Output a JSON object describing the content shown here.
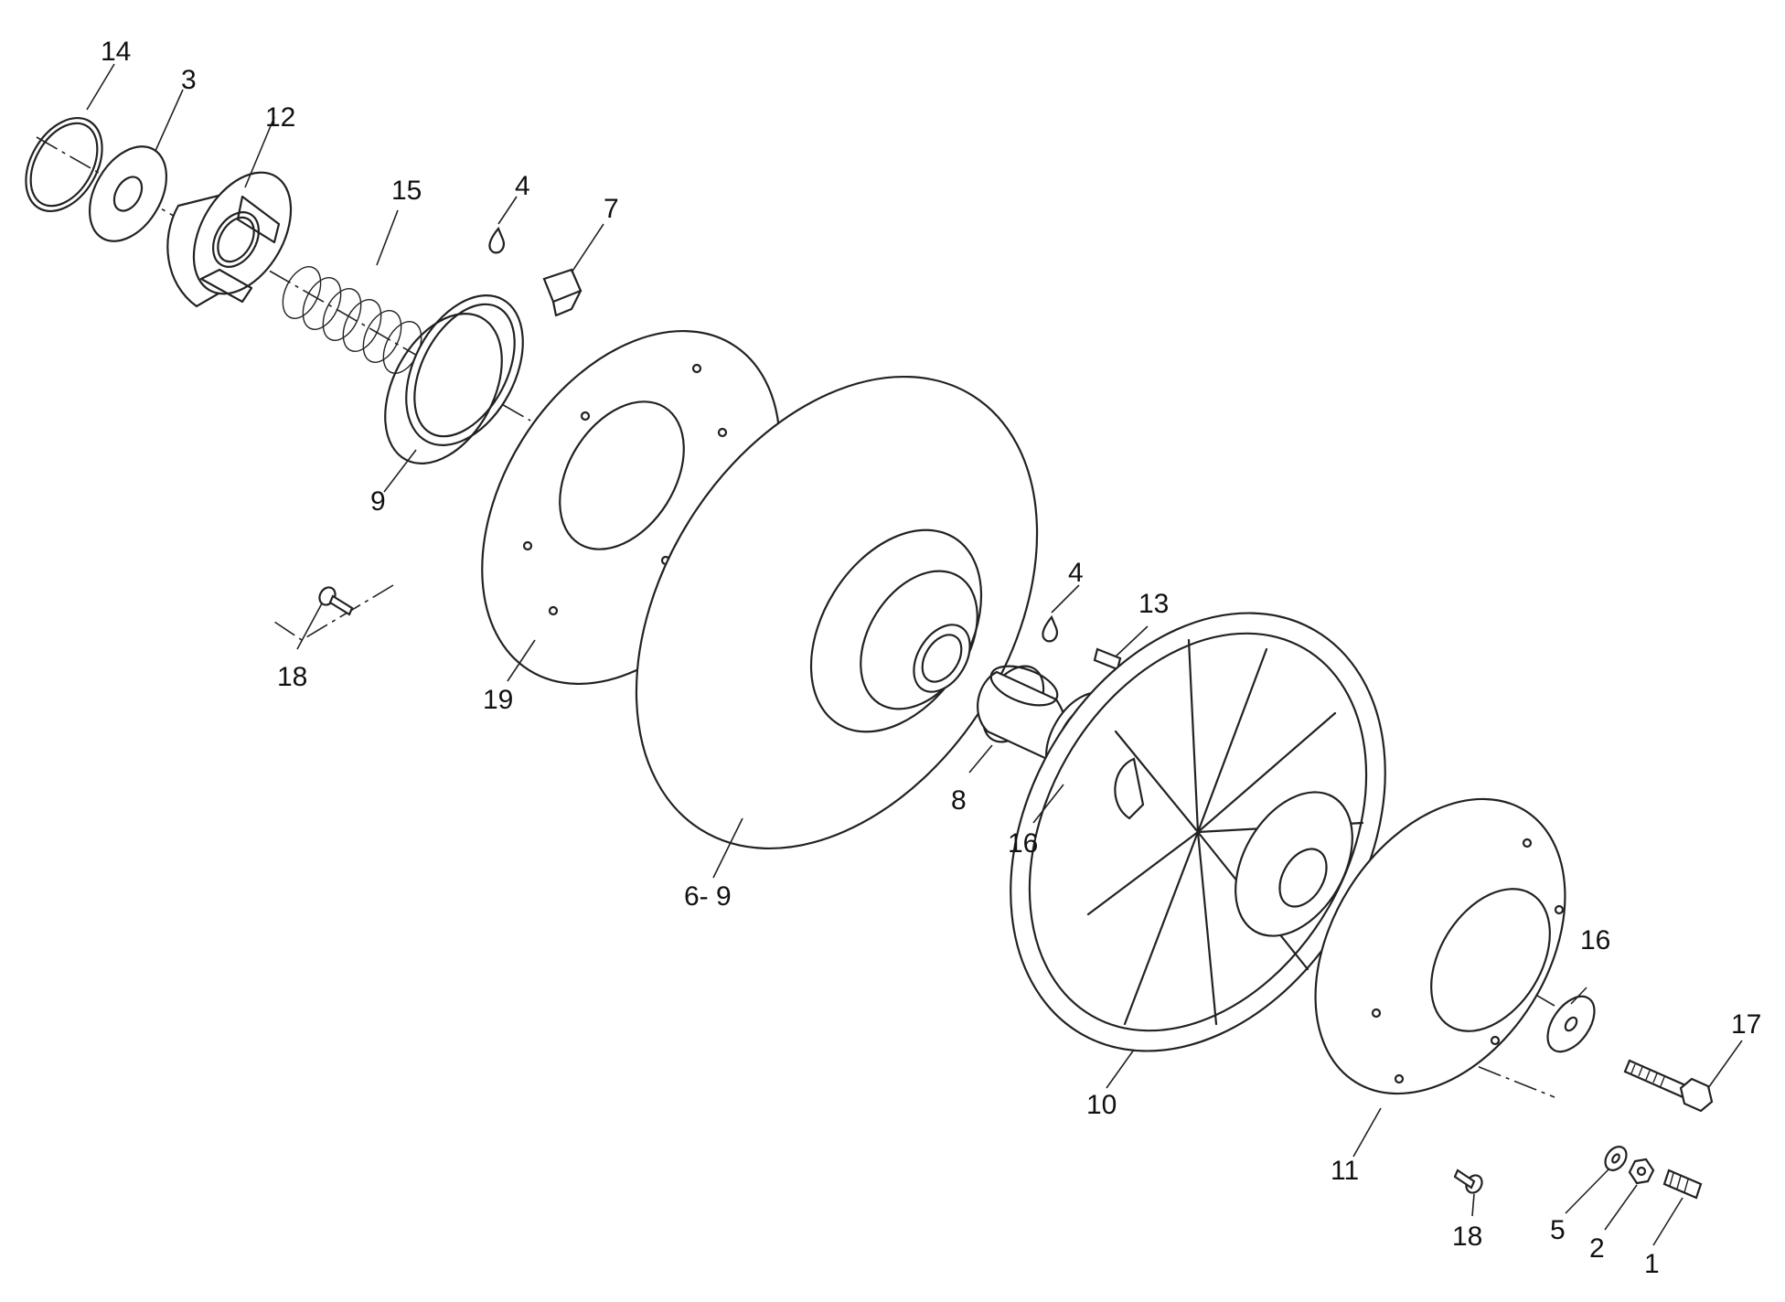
{
  "callouts": {
    "p14": "14",
    "p3": "3",
    "p12": "12",
    "p15": "15",
    "p4a": "4",
    "p7": "7",
    "p9": "9",
    "p18a": "18",
    "p19": "19",
    "p4b": "4",
    "p13": "13",
    "p8": "8",
    "p16a": "16",
    "p6_9": "6- 9",
    "p10": "10",
    "p16b": "16",
    "p17": "17",
    "p11": "11",
    "p18b": "18",
    "p5": "5",
    "p2": "2",
    "p1": "1"
  }
}
